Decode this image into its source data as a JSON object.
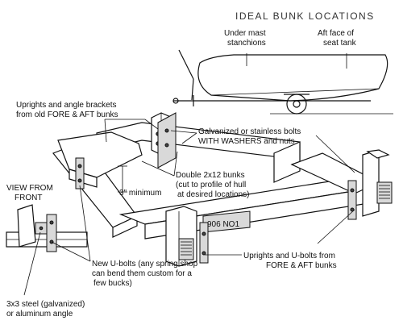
{
  "title": "IDEAL BUNK LOCATIONS",
  "labels": {
    "under_mast_1": "Under mast",
    "under_mast_2": "stanchions",
    "aft_face_1": "Aft face of",
    "aft_face_2": "seat tank",
    "uprights_old_1": "Uprights and angle brackets",
    "uprights_old_2": "from old FORE & AFT bunks",
    "bolts_1": "Galvanized or stainless bolts",
    "bolts_2": "WITH WASHERS and nuts",
    "min_3": "3\" minimum",
    "double_1": "Double 2x12 bunks",
    "double_2": "(cut to profile of hull",
    "double_3": "at desired locations)",
    "view_1": "VIEW FROM",
    "view_2": "FRONT",
    "ubolts_1": "New U-bolts (any spring shop",
    "ubolts_2": "can bend them custom for a",
    "ubolts_3": "few bucks)",
    "uprights_new_1": "Uprights and U-bolts from",
    "uprights_new_2": "FORE & AFT bunks",
    "steel_1": "3x3 steel (galvanized)",
    "steel_2": "or aluminum angle"
  },
  "license_plate": "906 NO1"
}
